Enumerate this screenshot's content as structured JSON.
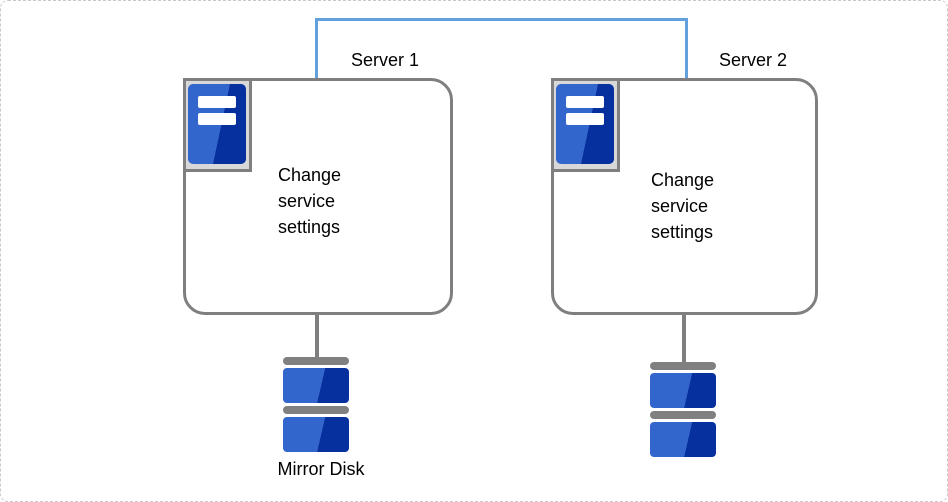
{
  "diagram": {
    "servers": [
      {
        "label": "Server 1",
        "body_text": "Change\nservice\nsettings"
      },
      {
        "label": "Server 2",
        "body_text": "Change\nservice\nsettings"
      }
    ],
    "disks": [
      {
        "label": "Mirror Disk"
      },
      {
        "label": ""
      }
    ],
    "icons": {
      "server_icon": "blue server chassis with two white drive slots in a gray frame",
      "disk_icon": "stack of two blue disk platters with gray separator bars",
      "link_line": "blue right-angle interconnect between Server 1 and Server 2"
    },
    "colors": {
      "background": "#ffffff",
      "canvas_border": "#c9c9c9",
      "link_blue": "#63a1dc",
      "box_border": "#7f7f7f",
      "connector_gray": "#7f7f7f",
      "icon_frame_bg": "#d8d8d8",
      "blue_light": "#3366cc",
      "blue_dark": "#05309e",
      "bar_gray": "#808080",
      "text": "#000000"
    }
  }
}
